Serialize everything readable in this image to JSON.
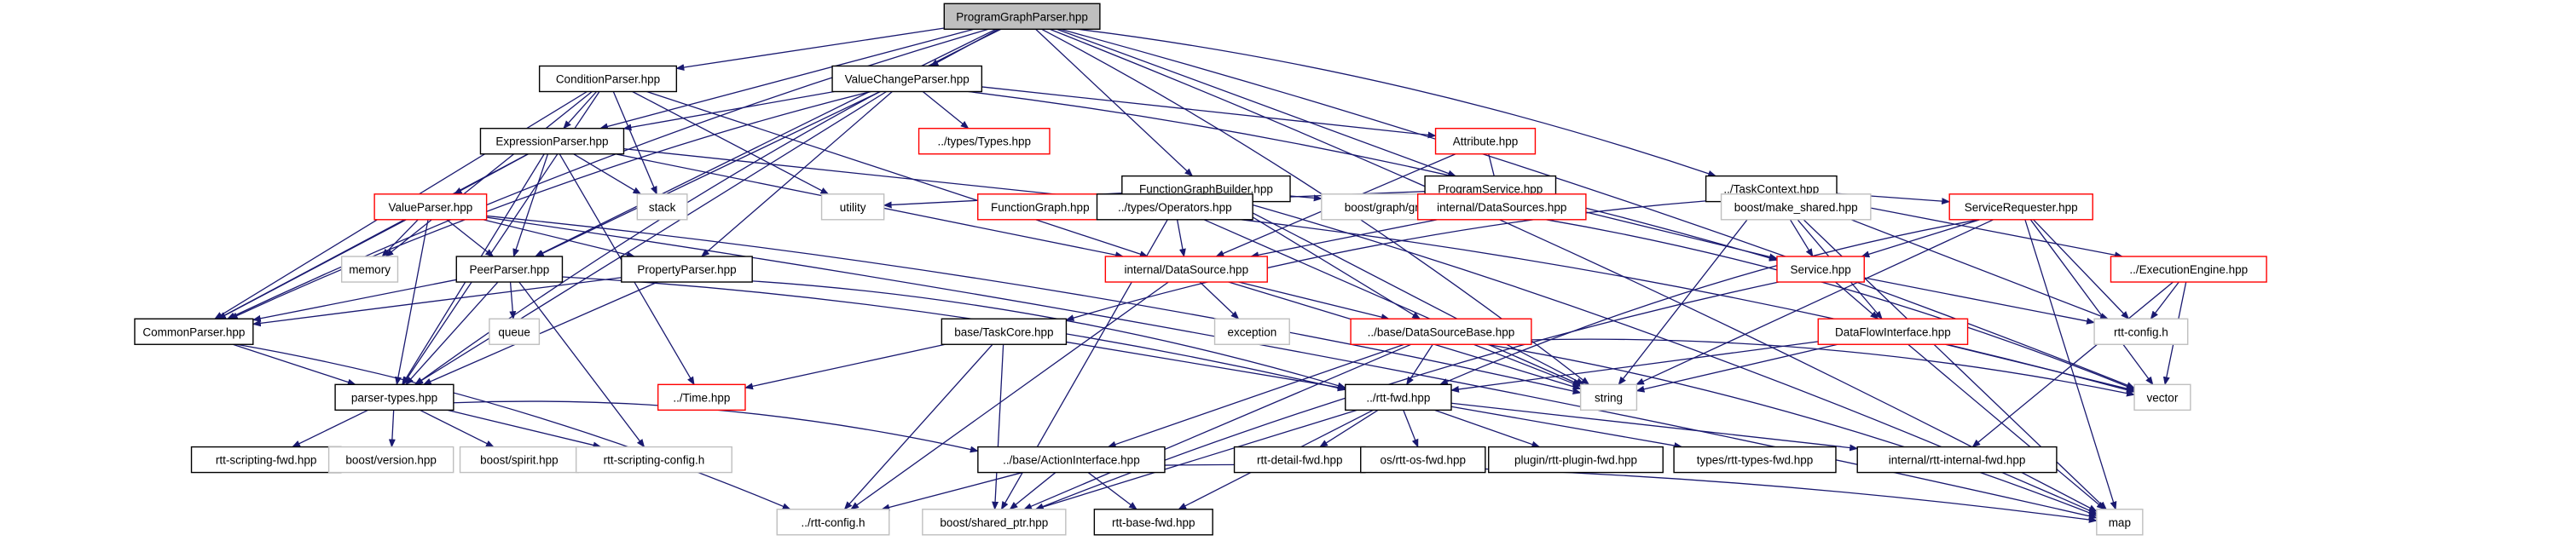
{
  "title": "ProgramGraphParser.hpp",
  "colors": {
    "edge": "#191970",
    "root_fill": "#bfbfbf",
    "documented_border": "#000000",
    "undocumented_border": "#ff0000",
    "external_border": "#bfbfbf"
  },
  "nodes": [
    {
      "id": "ProgramGraphParser",
      "label": "ProgramGraphParser.hpp",
      "kind": "root"
    },
    {
      "id": "ConditionParser",
      "label": "ConditionParser.hpp",
      "kind": "doc"
    },
    {
      "id": "ValueChangeParser",
      "label": "ValueChangeParser.hpp",
      "kind": "doc"
    },
    {
      "id": "ExpressionParser",
      "label": "ExpressionParser.hpp",
      "kind": "doc"
    },
    {
      "id": "Types",
      "label": "../types/Types.hpp",
      "kind": "red"
    },
    {
      "id": "Attribute",
      "label": "Attribute.hpp",
      "kind": "red"
    },
    {
      "id": "FunctionGraphBuilder",
      "label": "FunctionGraphBuilder.hpp",
      "kind": "doc"
    },
    {
      "id": "ProgramService",
      "label": "ProgramService.hpp",
      "kind": "doc"
    },
    {
      "id": "TaskContext",
      "label": "../TaskContext.hpp",
      "kind": "doc"
    },
    {
      "id": "ValueParser",
      "label": "ValueParser.hpp",
      "kind": "red"
    },
    {
      "id": "stack",
      "label": "stack",
      "kind": "ext"
    },
    {
      "id": "utility",
      "label": "utility",
      "kind": "ext"
    },
    {
      "id": "FunctionGraph",
      "label": "FunctionGraph.hpp",
      "kind": "red"
    },
    {
      "id": "Operators",
      "label": "../types/Operators.hpp",
      "kind": "doc"
    },
    {
      "id": "graph_traits",
      "label": "boost/graph/graph_traits.hpp",
      "kind": "ext"
    },
    {
      "id": "DataSources",
      "label": "internal/DataSources.hpp",
      "kind": "red"
    },
    {
      "id": "make_shared",
      "label": "boost/make_shared.hpp",
      "kind": "ext"
    },
    {
      "id": "ServiceRequester",
      "label": "ServiceRequester.hpp",
      "kind": "red"
    },
    {
      "id": "memory",
      "label": "memory",
      "kind": "ext"
    },
    {
      "id": "PeerParser",
      "label": "PeerParser.hpp",
      "kind": "doc"
    },
    {
      "id": "PropertyParser",
      "label": "PropertyParser.hpp",
      "kind": "doc"
    },
    {
      "id": "DataSource",
      "label": "internal/DataSource.hpp",
      "kind": "red"
    },
    {
      "id": "Service",
      "label": "Service.hpp",
      "kind": "red"
    },
    {
      "id": "ExecutionEngine",
      "label": "../ExecutionEngine.hpp",
      "kind": "red"
    },
    {
      "id": "CommonParser",
      "label": "CommonParser.hpp",
      "kind": "doc"
    },
    {
      "id": "queue",
      "label": "queue",
      "kind": "ext"
    },
    {
      "id": "TaskCore",
      "label": "base/TaskCore.hpp",
      "kind": "doc"
    },
    {
      "id": "exception",
      "label": "exception",
      "kind": "ext"
    },
    {
      "id": "DataSourceBase",
      "label": "../base/DataSourceBase.hpp",
      "kind": "red"
    },
    {
      "id": "DataFlowInterface",
      "label": "DataFlowInterface.hpp",
      "kind": "red"
    },
    {
      "id": "rttconfig_h",
      "label": "rtt-config.h",
      "kind": "ext"
    },
    {
      "id": "Time",
      "label": "../Time.hpp",
      "kind": "red"
    },
    {
      "id": "string",
      "label": "string",
      "kind": "ext"
    },
    {
      "id": "vector",
      "label": "vector",
      "kind": "ext"
    },
    {
      "id": "parsertypes",
      "label": "parser-types.hpp",
      "kind": "doc"
    },
    {
      "id": "rttfwd",
      "label": "../rtt-fwd.hpp",
      "kind": "doc"
    },
    {
      "id": "scriptingfwd",
      "label": "rtt-scripting-fwd.hpp",
      "kind": "doc"
    },
    {
      "id": "boostversion",
      "label": "boost/version.hpp",
      "kind": "ext"
    },
    {
      "id": "boostspirit",
      "label": "boost/spirit.hpp",
      "kind": "ext"
    },
    {
      "id": "scriptingconfig",
      "label": "rtt-scripting-config.h",
      "kind": "ext"
    },
    {
      "id": "ActionInterface",
      "label": "../base/ActionInterface.hpp",
      "kind": "doc"
    },
    {
      "id": "detailfwd",
      "label": "rtt-detail-fwd.hpp",
      "kind": "doc"
    },
    {
      "id": "osfwd",
      "label": "os/rtt-os-fwd.hpp",
      "kind": "doc"
    },
    {
      "id": "pluginfwd",
      "label": "plugin/rtt-plugin-fwd.hpp",
      "kind": "doc"
    },
    {
      "id": "typesfwd",
      "label": "types/rtt-types-fwd.hpp",
      "kind": "doc"
    },
    {
      "id": "internalfwd",
      "label": "internal/rtt-internal-fwd.hpp",
      "kind": "doc"
    },
    {
      "id": "rttconfig_up",
      "label": "../rtt-config.h",
      "kind": "ext"
    },
    {
      "id": "sharedptr",
      "label": "boost/shared_ptr.hpp",
      "kind": "ext"
    },
    {
      "id": "basefwd",
      "label": "rtt-base-fwd.hpp",
      "kind": "doc"
    },
    {
      "id": "map",
      "label": "map",
      "kind": "ext"
    }
  ],
  "edges": [
    [
      "ProgramGraphParser",
      "ConditionParser"
    ],
    [
      "ProgramGraphParser",
      "ValueChangeParser"
    ],
    [
      "ProgramGraphParser",
      "ExpressionParser"
    ],
    [
      "ProgramGraphParser",
      "FunctionGraphBuilder"
    ],
    [
      "ProgramGraphParser",
      "ProgramService"
    ],
    [
      "ProgramGraphParser",
      "TaskContext"
    ],
    [
      "ProgramGraphParser",
      "CommonParser"
    ],
    [
      "ProgramGraphParser",
      "parsertypes"
    ],
    [
      "ProgramGraphParser",
      "PeerParser"
    ],
    [
      "ProgramGraphParser",
      "string"
    ],
    [
      "ProgramGraphParser",
      "vector"
    ],
    [
      "ProgramGraphParser",
      "map"
    ],
    [
      "ConditionParser",
      "ExpressionParser"
    ],
    [
      "ConditionParser",
      "stack"
    ],
    [
      "ConditionParser",
      "utility"
    ],
    [
      "ConditionParser",
      "CommonParser"
    ],
    [
      "ConditionParser",
      "parsertypes"
    ],
    [
      "ConditionParser",
      "DataSource"
    ],
    [
      "ConditionParser",
      "memory"
    ],
    [
      "ValueChangeParser",
      "ExpressionParser"
    ],
    [
      "ValueChangeParser",
      "Types"
    ],
    [
      "ValueChangeParser",
      "Attribute"
    ],
    [
      "ValueChangeParser",
      "CommonParser"
    ],
    [
      "ValueChangeParser",
      "PeerParser"
    ],
    [
      "ValueChangeParser",
      "PropertyParser"
    ],
    [
      "ValueChangeParser",
      "parsertypes"
    ],
    [
      "ValueChangeParser",
      "Service"
    ],
    [
      "ExpressionParser",
      "ValueParser"
    ],
    [
      "ExpressionParser",
      "stack"
    ],
    [
      "ExpressionParser",
      "PeerParser"
    ],
    [
      "ExpressionParser",
      "CommonParser"
    ],
    [
      "ExpressionParser",
      "parsertypes"
    ],
    [
      "ExpressionParser",
      "Operators"
    ],
    [
      "ExpressionParser",
      "Time"
    ],
    [
      "ExpressionParser",
      "DataSource"
    ],
    [
      "Attribute",
      "DataSources"
    ],
    [
      "Attribute",
      "DataSource"
    ],
    [
      "FunctionGraphBuilder",
      "FunctionGraph"
    ],
    [
      "FunctionGraphBuilder",
      "graph_traits"
    ],
    [
      "FunctionGraphBuilder",
      "utility"
    ],
    [
      "FunctionGraphBuilder",
      "string"
    ],
    [
      "FunctionGraphBuilder",
      "DataSourceBase"
    ],
    [
      "FunctionGraphBuilder",
      "map"
    ],
    [
      "ProgramService",
      "DataSources"
    ],
    [
      "ProgramService",
      "Service"
    ],
    [
      "ProgramService",
      "FunctionGraph"
    ],
    [
      "TaskContext",
      "make_shared"
    ],
    [
      "TaskContext",
      "ServiceRequester"
    ],
    [
      "TaskContext",
      "Service"
    ],
    [
      "TaskContext",
      "DataFlowInterface"
    ],
    [
      "TaskContext",
      "ExecutionEngine"
    ],
    [
      "TaskContext",
      "TaskCore"
    ],
    [
      "TaskContext",
      "rttconfig_h"
    ],
    [
      "TaskContext",
      "string"
    ],
    [
      "TaskContext",
      "map"
    ],
    [
      "ValueParser",
      "memory"
    ],
    [
      "ValueParser",
      "PeerParser"
    ],
    [
      "ValueParser",
      "PropertyParser"
    ],
    [
      "ValueParser",
      "CommonParser"
    ],
    [
      "ValueParser",
      "parsertypes"
    ],
    [
      "ValueParser",
      "string"
    ],
    [
      "ValueParser",
      "map"
    ],
    [
      "Operators",
      "DataSource"
    ],
    [
      "Operators",
      "string"
    ],
    [
      "Operators",
      "vector"
    ],
    [
      "Operators",
      "sharedptr"
    ],
    [
      "DataSources",
      "DataSource"
    ],
    [
      "DataSources",
      "vector"
    ],
    [
      "ServiceRequester",
      "Service"
    ],
    [
      "ServiceRequester",
      "rttconfig_h"
    ],
    [
      "ServiceRequester",
      "vector"
    ],
    [
      "ServiceRequester",
      "map"
    ],
    [
      "ServiceRequester",
      "string"
    ],
    [
      "ServiceRequester",
      "rttfwd"
    ],
    [
      "PeerParser",
      "queue"
    ],
    [
      "PeerParser",
      "CommonParser"
    ],
    [
      "PeerParser",
      "parsertypes"
    ],
    [
      "PeerParser",
      "scriptingconfig"
    ],
    [
      "PeerParser",
      "rttfwd"
    ],
    [
      "PropertyParser",
      "CommonParser"
    ],
    [
      "PropertyParser",
      "parsertypes"
    ],
    [
      "PropertyParser",
      "rttfwd"
    ],
    [
      "DataSource",
      "exception"
    ],
    [
      "DataSource",
      "DataSourceBase"
    ],
    [
      "DataSource",
      "string"
    ],
    [
      "DataSource",
      "rttconfig_up"
    ],
    [
      "Service",
      "DataFlowInterface"
    ],
    [
      "Service",
      "rttconfig_h"
    ],
    [
      "Service",
      "sharedptr"
    ],
    [
      "ExecutionEngine",
      "rttconfig_h"
    ],
    [
      "ExecutionEngine",
      "vector"
    ],
    [
      "ExecutionEngine",
      "internalfwd"
    ],
    [
      "CommonParser",
      "parsertypes"
    ],
    [
      "CommonParser",
      "rttconfig_up"
    ],
    [
      "TaskCore",
      "rttfwd"
    ],
    [
      "TaskCore",
      "Time"
    ],
    [
      "TaskCore",
      "rttconfig_up"
    ],
    [
      "TaskCore",
      "sharedptr"
    ],
    [
      "DataSourceBase",
      "rttfwd"
    ],
    [
      "DataSourceBase",
      "ActionInterface"
    ],
    [
      "DataSourceBase",
      "sharedptr"
    ],
    [
      "DataSourceBase",
      "string"
    ],
    [
      "DataSourceBase",
      "vector"
    ],
    [
      "DataSourceBase",
      "map"
    ],
    [
      "DataFlowInterface",
      "rttfwd"
    ],
    [
      "DataFlowInterface",
      "string"
    ],
    [
      "DataFlowInterface",
      "vector"
    ],
    [
      "DataFlowInterface",
      "map"
    ],
    [
      "parsertypes",
      "scriptingfwd"
    ],
    [
      "parsertypes",
      "boostversion"
    ],
    [
      "parsertypes",
      "boostspirit"
    ],
    [
      "parsertypes",
      "scriptingconfig"
    ],
    [
      "parsertypes",
      "ActionInterface"
    ],
    [
      "rttfwd",
      "detailfwd"
    ],
    [
      "rttfwd",
      "osfwd"
    ],
    [
      "rttfwd",
      "pluginfwd"
    ],
    [
      "rttfwd",
      "typesfwd"
    ],
    [
      "rttfwd",
      "internalfwd"
    ],
    [
      "rttfwd",
      "basefwd"
    ],
    [
      "rttfwd",
      "sharedptr"
    ],
    [
      "ActionInterface",
      "rttconfig_up"
    ],
    [
      "ActionInterface",
      "sharedptr"
    ],
    [
      "ActionInterface",
      "basefwd"
    ],
    [
      "ActionInterface",
      "map"
    ]
  ]
}
